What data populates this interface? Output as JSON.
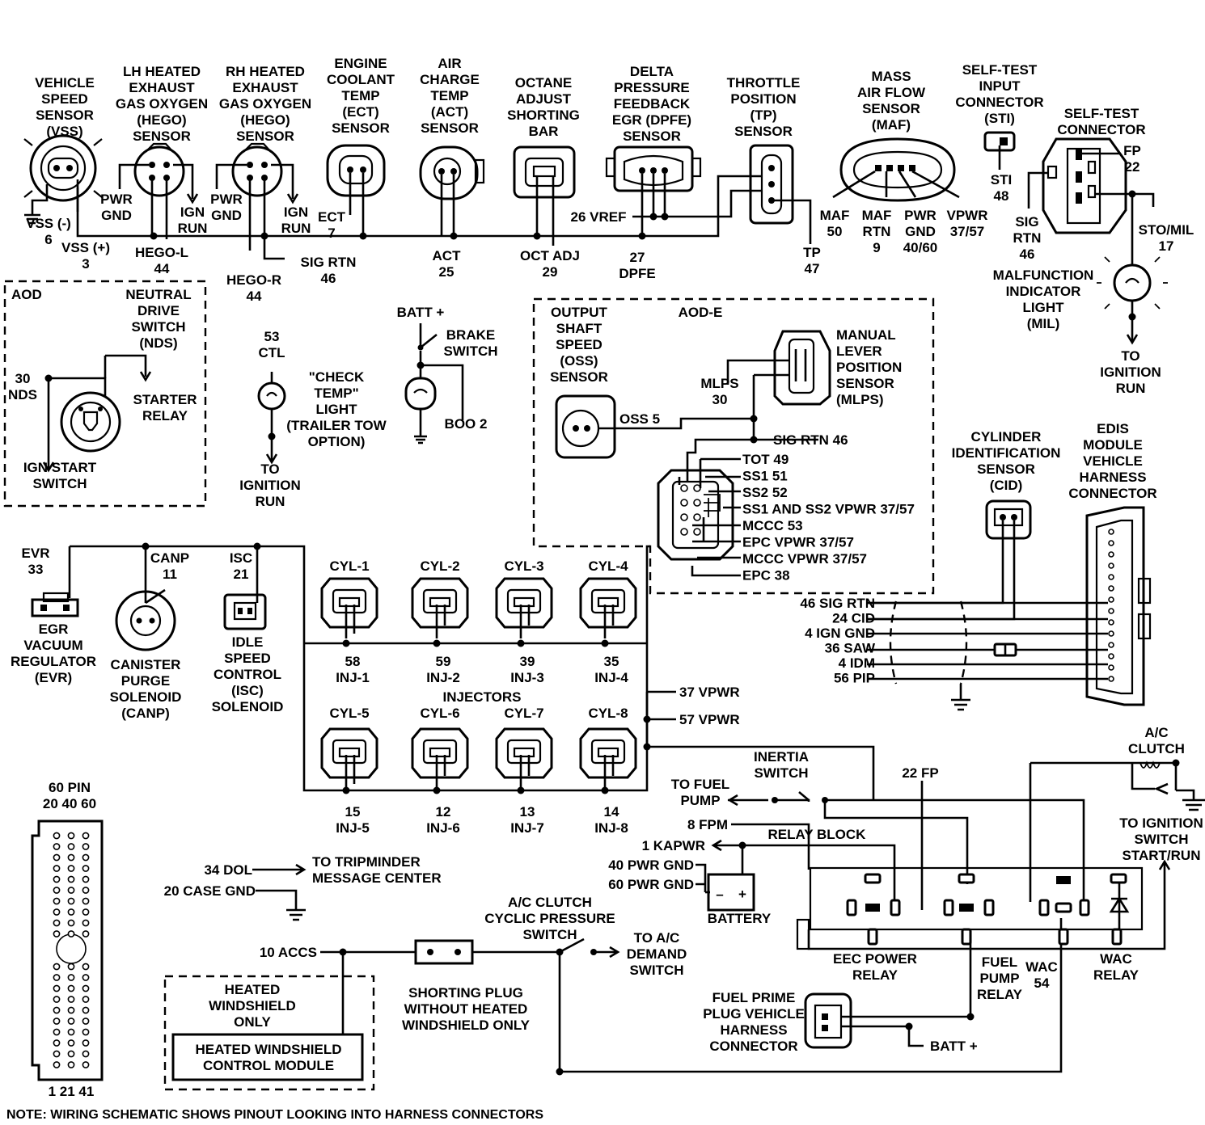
{
  "diagram": {
    "components": {
      "vss": [
        "VEHICLE",
        "SPEED",
        "SENSOR",
        "(VSS)"
      ],
      "lh_hego": [
        "LH HEATED",
        "EXHAUST",
        "GAS OXYGEN",
        "(HEGO)",
        "SENSOR"
      ],
      "rh_hego": [
        "RH HEATED",
        "EXHAUST",
        "GAS OXYGEN",
        "(HEGO)",
        "SENSOR"
      ],
      "ect": [
        "ENGINE",
        "COOLANT",
        "TEMP",
        "(ECT)",
        "SENSOR"
      ],
      "act": [
        "AIR",
        "CHARGE",
        "TEMP",
        "(ACT)",
        "SENSOR"
      ],
      "octane": [
        "OCTANE",
        "ADJUST",
        "SHORTING",
        "BAR"
      ],
      "dpfe": [
        "DELTA",
        "PRESSURE",
        "FEEDBACK",
        "EGR (DPFE)",
        "SENSOR"
      ],
      "tp": [
        "THROTTLE",
        "POSITION",
        "(TP)",
        "SENSOR"
      ],
      "maf": [
        "MASS",
        "AIR FLOW",
        "SENSOR",
        "(MAF)"
      ],
      "sti": [
        "SELF-TEST",
        "INPUT",
        "CONNECTOR",
        "(STI)"
      ],
      "self_test": [
        "SELF-TEST",
        "CONNECTOR"
      ],
      "mil": [
        "MALFUNCTION",
        "INDICATOR",
        "LIGHT",
        "(MIL)"
      ],
      "aod": "AOD",
      "nds": [
        "NEUTRAL",
        "DRIVE",
        "SWITCH",
        "(NDS)"
      ],
      "starter_relay": [
        "STARTER",
        "RELAY"
      ],
      "ign_start": [
        "IGN START",
        "SWITCH"
      ],
      "check_temp": [
        "\"CHECK",
        "TEMP\"",
        "LIGHT",
        "(TRAILER TOW",
        "OPTION)"
      ],
      "brake": [
        "BRAKE",
        "SWITCH"
      ],
      "aod_e": "AOD-E",
      "oss": [
        "OUTPUT",
        "SHAFT",
        "SPEED",
        "(OSS)",
        "SENSOR"
      ],
      "mlps": [
        "MANUAL",
        "LEVER",
        "POSITION",
        "SENSOR",
        "(MLPS)"
      ],
      "cid": [
        "CYLINDER",
        "IDENTIFICATION",
        "SENSOR",
        "(CID)"
      ],
      "edis": [
        "EDIS",
        "MODULE",
        "VEHICLE",
        "HARNESS",
        "CONNECTOR"
      ],
      "evr": [
        "EGR",
        "VACUUM",
        "REGULATOR",
        "(EVR)"
      ],
      "canp": [
        "CANISTER",
        "PURGE",
        "SOLENOID",
        "(CANP)"
      ],
      "isc": [
        "IDLE",
        "SPEED",
        "CONTROL",
        "(ISC)",
        "SOLENOID"
      ],
      "injectors": "INJECTORS",
      "pin60": [
        "60 PIN",
        "20  40  60",
        "1   21   41"
      ],
      "ac_clutch": [
        "A/C",
        "CLUTCH"
      ],
      "inertia": [
        "INERTIA",
        "SWITCH"
      ],
      "relay_block": "RELAY BLOCK",
      "battery": "BATTERY",
      "eec_relay": [
        "EEC POWER",
        "RELAY"
      ],
      "fuel_relay": [
        "FUEL",
        "PUMP",
        "RELAY"
      ],
      "wac_relay": [
        "WAC",
        "RELAY"
      ],
      "fuel_prime": [
        "FUEL PRIME",
        "PLUG VEHICLE",
        "HARNESS",
        "CONNECTOR"
      ],
      "ac_cyclic": [
        "A/C CLUTCH",
        "CYCLIC PRESSURE",
        "SWITCH"
      ],
      "ac_demand": [
        "TO A/C",
        "DEMAND",
        "SWITCH"
      ],
      "shorting_plug": [
        "SHORTING PLUG",
        "WITHOUT HEATED",
        "WINDSHIELD ONLY"
      ],
      "heated_ws": [
        "HEATED",
        "WINDSHIELD",
        "ONLY"
      ],
      "hw_module": [
        "HEATED WINDSHIELD",
        "CONTROL MODULE"
      ],
      "tripminder": [
        "TO TRIPMINDER",
        "MESSAGE CENTER"
      ],
      "to_ign_start": [
        "TO IGNITION",
        "SWITCH",
        "START/RUN"
      ],
      "to_fuel_pump": [
        "TO FUEL",
        "PUMP"
      ]
    },
    "pins": {
      "vss_neg": [
        "VSS (-)",
        "6"
      ],
      "vss_pos": [
        "VSS (+)",
        "3"
      ],
      "pwr_gnd_l": [
        "PWR",
        "GND"
      ],
      "ign_run_l": [
        "IGN",
        "RUN"
      ],
      "hego_l": [
        "HEGO-L",
        "44"
      ],
      "pwr_gnd_r": [
        "PWR",
        "GND"
      ],
      "ign_run_r": [
        "IGN",
        "RUN"
      ],
      "hego_r": [
        "HEGO-R",
        "44"
      ],
      "sig_rtn": [
        "SIG RTN",
        "46"
      ],
      "ect": [
        "ECT",
        "7"
      ],
      "act": [
        "ACT",
        "25"
      ],
      "oct_adj": [
        "OCT ADJ",
        "29"
      ],
      "vref": "26 VREF",
      "dpfe": [
        "27",
        "DPFE"
      ],
      "tp": [
        "TP",
        "47"
      ],
      "maf": [
        "MAF",
        "50"
      ],
      "maf_rtn": [
        "MAF",
        "RTN",
        "9"
      ],
      "pwr_gnd_maf": [
        "PWR",
        "GND",
        "40/60"
      ],
      "vpwr_maf": [
        "VPWR",
        "37/57"
      ],
      "sti": [
        "STI",
        "48"
      ],
      "fp": [
        "FP",
        "22"
      ],
      "sig_rtn_st": [
        "SIG",
        "RTN",
        "46"
      ],
      "sto_mil": [
        "STO/MIL",
        "17"
      ],
      "to_ign_run_mil": [
        "TO",
        "IGNITION",
        "RUN"
      ],
      "nds": [
        "30",
        "NDS"
      ],
      "ctl": [
        "53",
        "CTL"
      ],
      "to_ign_run_ct": [
        "TO",
        "IGNITION",
        "RUN"
      ],
      "batt_plus_top": "BATT +",
      "boo": "BOO 2",
      "mlps": [
        "MLPS",
        "30"
      ],
      "oss": "OSS 5",
      "sig_rtn_aode": "SIG RTN 46",
      "aode_pins": [
        "TOT 49",
        "SS1 51",
        "SS2 52",
        "SS1 AND SS2 VPWR 37/57",
        "MCCC 53",
        "EPC VPWR 37/57",
        "MCCC VPWR 37/57",
        "EPC 38"
      ],
      "edis_pins": [
        "46 SIG RTN",
        "24 CID",
        "4 IGN GND",
        "36 SAW",
        "4 IDM",
        "56 PIP"
      ],
      "evr": [
        "EVR",
        "33"
      ],
      "canp": [
        "CANP",
        "11"
      ],
      "isc": [
        "ISC",
        "21"
      ],
      "cyl_top": [
        "CYL-1",
        "CYL-2",
        "CYL-3",
        "CYL-4"
      ],
      "inj_top": [
        [
          "58",
          "INJ-1"
        ],
        [
          "59",
          "INJ-2"
        ],
        [
          "39",
          "INJ-3"
        ],
        [
          "35",
          "INJ-4"
        ]
      ],
      "cyl_bot": [
        "CYL-5",
        "CYL-6",
        "CYL-7",
        "CYL-8"
      ],
      "inj_bot": [
        [
          "15",
          "INJ-5"
        ],
        [
          "12",
          "INJ-6"
        ],
        [
          "13",
          "INJ-7"
        ],
        [
          "14",
          "INJ-8"
        ]
      ],
      "vpwr37": "37 VPWR",
      "vpwr57": "57 VPWR",
      "fp22": "22 FP",
      "fpm": "8 FPM",
      "kapwr": "1 KAPWR",
      "pwr_gnd40": "40 PWR GND",
      "pwr_gnd60": "60 PWR GND",
      "dol": "34 DOL",
      "case_gnd": "20 CASE GND",
      "accs": "10 ACCS",
      "wac": [
        "WAC",
        "54"
      ],
      "batt_plus_bot": "BATT +",
      "battery_terms": [
        "–",
        "+"
      ]
    },
    "note": "NOTE: WIRING SCHEMATIC SHOWS PINOUT LOOKING INTO HARNESS CONNECTORS"
  }
}
